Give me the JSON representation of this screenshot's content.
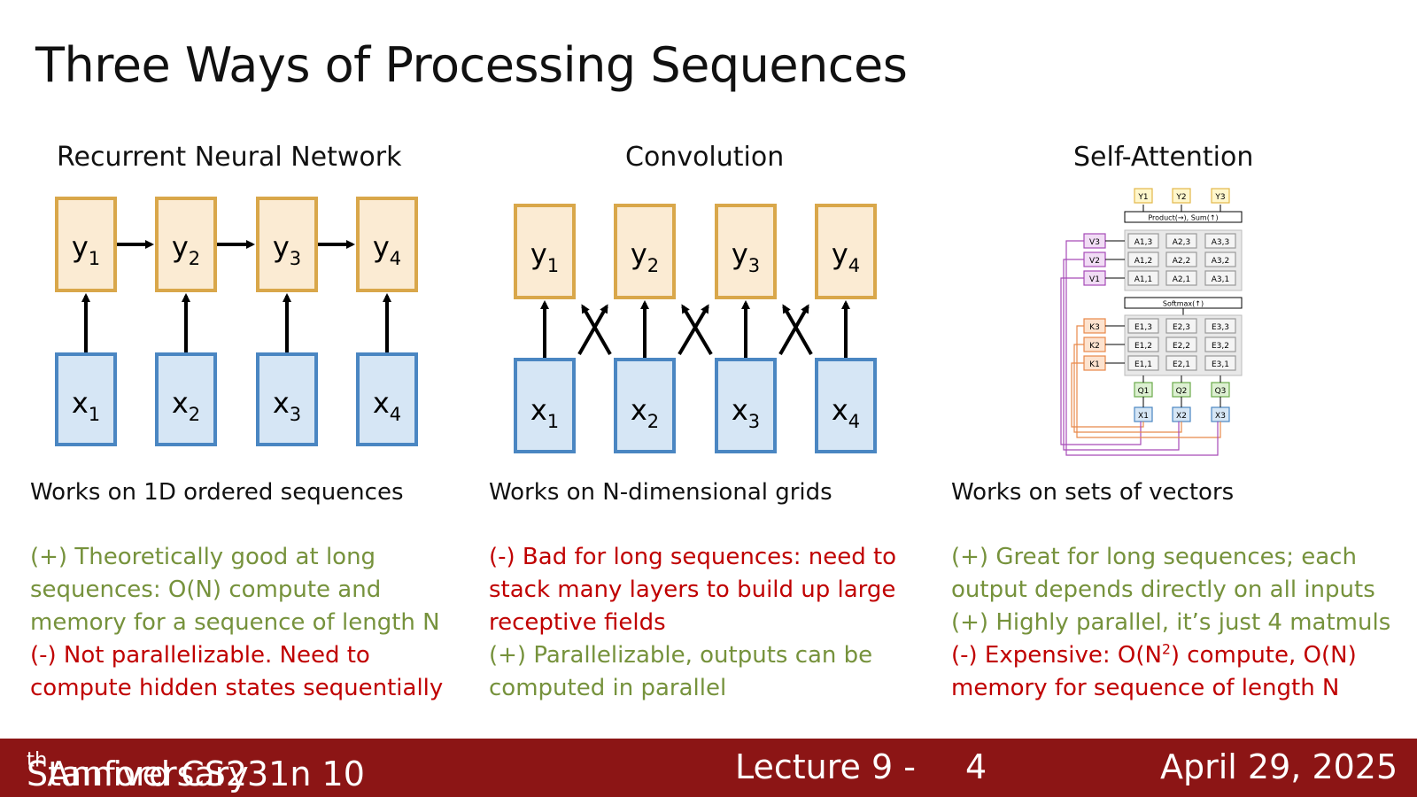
{
  "slide": {
    "title": "Three Ways of Processing Sequences"
  },
  "columns": {
    "rnn": {
      "title": "Recurrent Neural Network",
      "nodes_y": [
        "y",
        "y",
        "y",
        "y"
      ],
      "nodes_x": [
        "x",
        "x",
        "x",
        "x"
      ],
      "subscripts": [
        "1",
        "2",
        "3",
        "4"
      ],
      "description": "Works on 1D ordered sequences",
      "points": [
        {
          "sign": "pos",
          "lines": [
            "(+) Theoretically good at long",
            "sequences: O(N) compute and",
            "memory for a sequence of length N"
          ]
        },
        {
          "sign": "neg",
          "lines": [
            "(-) Not parallelizable. Need to",
            "compute hidden states sequentially"
          ]
        }
      ]
    },
    "conv": {
      "title": "Convolution",
      "description": "Works on N-dimensional grids",
      "points": [
        {
          "sign": "neg",
          "lines": [
            "(-) Bad for long sequences: need to",
            "stack many layers to build up large",
            "receptive fields"
          ]
        },
        {
          "sign": "pos",
          "lines": [
            "(+) Parallelizable, outputs can be",
            "computed in parallel"
          ]
        }
      ]
    },
    "attn": {
      "title": "Self-Attention",
      "description": "Works on sets of vectors",
      "diagram": {
        "outputs": [
          "Y1",
          "Y2",
          "Y3"
        ],
        "product_label": "Product(→), Sum(↑)",
        "softmax_label": "Softmax(↑)",
        "values": [
          "V3",
          "V2",
          "V1"
        ],
        "keys": [
          "K3",
          "K2",
          "K1"
        ],
        "queries": [
          "Q1",
          "Q2",
          "Q3"
        ],
        "inputs": [
          "X1",
          "X2",
          "X3"
        ],
        "a_grid": [
          [
            "A1,3",
            "A2,3",
            "A3,3"
          ],
          [
            "A1,2",
            "A2,2",
            "A3,2"
          ],
          [
            "A1,1",
            "A2,1",
            "A3,1"
          ]
        ],
        "e_grid": [
          [
            "E1,3",
            "E2,3",
            "E3,3"
          ],
          [
            "E1,2",
            "E2,2",
            "E3,2"
          ],
          [
            "E1,1",
            "E2,1",
            "E3,1"
          ]
        ]
      },
      "points_pos": [
        "(+) Great for long sequences; each",
        "output depends directly on all inputs",
        "(+) Highly parallel, it’s just 4 matmuls"
      ],
      "neg_line1_pre": "(-) Expensive: O(N",
      "neg_line1_sup": "2",
      "neg_line1_post": ") compute, O(N)",
      "neg_line2": "memory for sequence of length N"
    }
  },
  "footer": {
    "course_pre": "Stanford CS231n 10",
    "course_sup": "th",
    "course_post": " Anniversary",
    "lecture": "Lecture 9 -",
    "page": "4",
    "date": "April 29, 2025"
  },
  "colors": {
    "box_y_fill": "#fbebd3",
    "box_y_stroke": "#d9a74a",
    "box_x_fill": "#d6e6f5",
    "box_x_stroke": "#4a86c2",
    "positive": "#76923c",
    "negative": "#c00000",
    "footer": "#8c1515"
  }
}
